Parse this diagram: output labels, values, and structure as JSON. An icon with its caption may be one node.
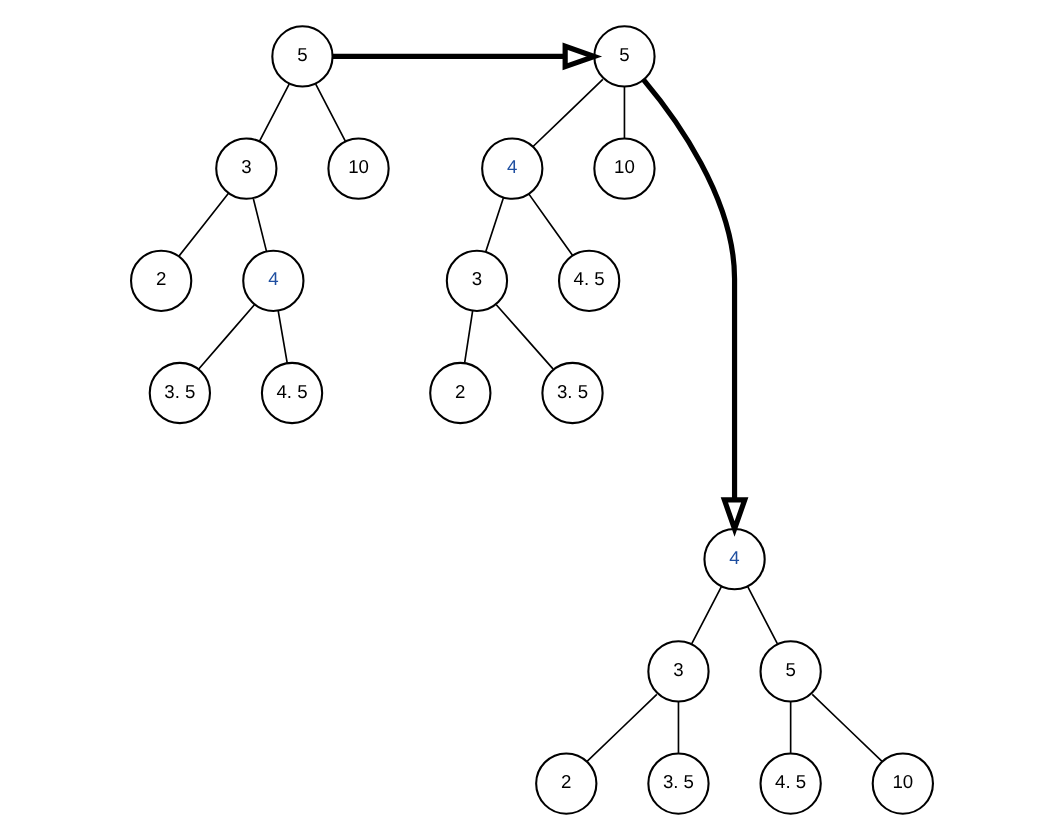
{
  "diagram": {
    "nodes": [
      {
        "text": [
          "5"
        ]
      },
      {
        "text": [
          "3"
        ]
      },
      {
        "text": [
          "10"
        ]
      },
      {
        "text": [
          "2"
        ]
      },
      {
        "text": [
          "4"
        ]
      },
      {
        "text": [
          "3. 5"
        ]
      },
      {
        "text": [
          "4. 5"
        ]
      },
      {
        "text": [
          "5"
        ]
      },
      {
        "text": [
          "4"
        ]
      },
      {
        "text": [
          "10"
        ]
      },
      {
        "text": [
          "3"
        ]
      },
      {
        "text": [
          "4. 5"
        ]
      },
      {
        "text": [
          "2"
        ]
      },
      {
        "text": [
          "3. 5"
        ]
      },
      {
        "text": [
          "4"
        ]
      },
      {
        "text": [
          "3"
        ]
      },
      {
        "text": [
          "5"
        ]
      },
      {
        "text": [
          "2"
        ]
      },
      {
        "text": [
          "3. 5"
        ]
      },
      {
        "text": [
          "4. 5"
        ]
      },
      {
        "text": [
          "10"
        ]
      }
    ],
    "edges": [
      {
        "from": 0,
        "to": 1,
        "arrow": "none"
      },
      {
        "from": 0,
        "to": 2,
        "arrow": "none"
      },
      {
        "from": 1,
        "to": 3,
        "arrow": "none"
      },
      {
        "from": 1,
        "to": 4,
        "arrow": "none"
      },
      {
        "from": 4,
        "to": 5,
        "arrow": "none"
      },
      {
        "from": 4,
        "to": 6,
        "arrow": "none"
      },
      {
        "from": 7,
        "to": 8,
        "arrow": "none"
      },
      {
        "from": 7,
        "to": 9,
        "arrow": "none"
      },
      {
        "from": 8,
        "to": 10,
        "arrow": "none"
      },
      {
        "from": 8,
        "to": 11,
        "arrow": "none"
      },
      {
        "from": 10,
        "to": 12,
        "arrow": "none"
      },
      {
        "from": 10,
        "to": 13,
        "arrow": "none"
      },
      {
        "from": 14,
        "to": 15,
        "arrow": "none"
      },
      {
        "from": 14,
        "to": 16,
        "arrow": "none"
      },
      {
        "from": 15,
        "to": 17,
        "arrow": "none"
      },
      {
        "from": 15,
        "to": 18,
        "arrow": "none"
      },
      {
        "from": 16,
        "to": 19,
        "arrow": "none"
      },
      {
        "from": 16,
        "to": 20,
        "arrow": "none"
      },
      {
        "from": 0,
        "to": 7,
        "arrow": "to",
        "style": "thick"
      },
      {
        "from": 7,
        "to": 14,
        "arrow": "to",
        "style": "thick"
      }
    ]
  }
}
